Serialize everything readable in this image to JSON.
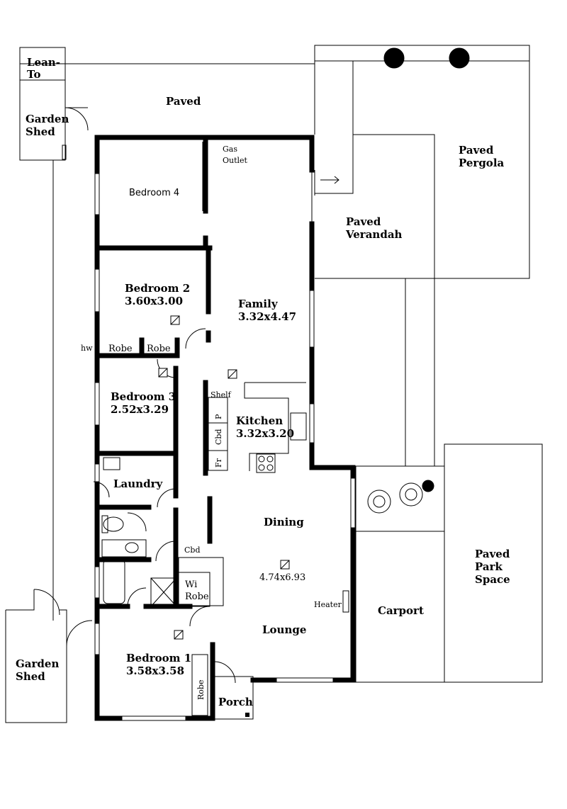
{
  "labels": {
    "lean_to_1": "Lean-",
    "lean_to_2": "To",
    "paved_top": "Paved",
    "garden_shed_top_1": "Garden",
    "garden_shed_top_2": "Shed",
    "gas_outlet_1": "Gas",
    "gas_outlet_2": "Outlet",
    "bedroom4": "Bedroom 4",
    "paved_pergola_1": "Paved",
    "paved_pergola_2": "Pergola",
    "paved_verandah_1": "Paved",
    "paved_verandah_2": "Verandah",
    "bedroom2_name": "Bedroom 2",
    "bedroom2_size": "3.60x3.00",
    "family_name": "Family",
    "family_size": "3.32x4.47",
    "hw": "hw",
    "robe_a": "Robe",
    "robe_b": "Robe",
    "bedroom3_name": "Bedroom 3",
    "bedroom3_size": "2.52x3.29",
    "shelf": "Shelf",
    "pantry": "P",
    "cupboard_vertical": "Cbd",
    "fridge_vertical": "Fr",
    "kitchen_name": "Kitchen",
    "kitchen_size": "3.32x3.20",
    "laundry": "Laundry",
    "dining": "Dining",
    "cbd": "Cbd",
    "wi_robe_1": "Wi",
    "wi_robe_2": "Robe",
    "living_size": "4.74x6.93",
    "heater": "Heater",
    "lounge": "Lounge",
    "carport": "Carport",
    "paved_park_1": "Paved",
    "paved_park_2": "Park",
    "paved_park_3": "Space",
    "garden_shed_bottom_1": "Garden",
    "garden_shed_bottom_2": "Shed",
    "bedroom1_name": "Bedroom 1",
    "bedroom1_size": "3.58x3.58",
    "robe_c": "Robe",
    "porch": "Porch"
  }
}
